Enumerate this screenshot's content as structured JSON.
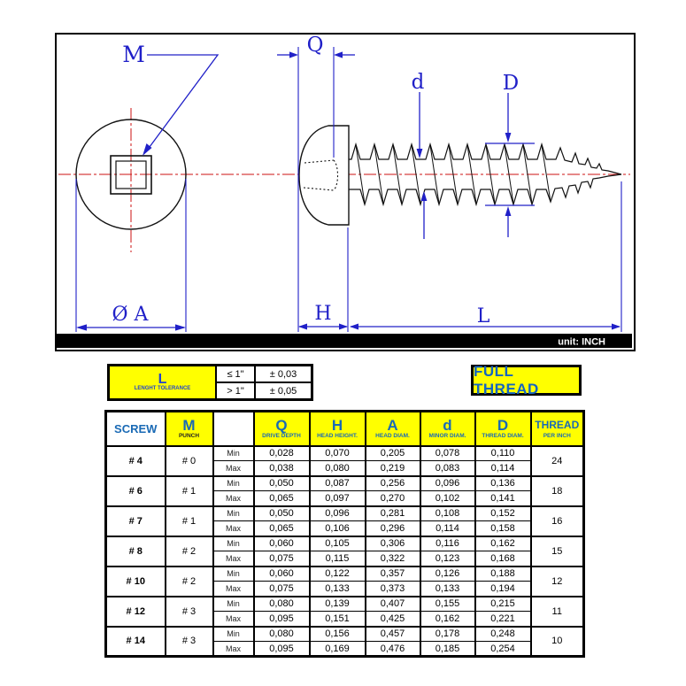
{
  "colors": {
    "accent_blue": "#2020c8",
    "table_blue": "#1a6ab5",
    "highlight_yellow": "#ffff00",
    "centerline_red": "#cc1111"
  },
  "drawing": {
    "unit_label": "unit: INCH",
    "labels": {
      "m": "M",
      "q": "Q",
      "d": "d",
      "dd": "D",
      "a": "Ø A",
      "h": "H",
      "l": "L"
    }
  },
  "tolerance_table": {
    "symbol": "L",
    "caption": "LENGHT TOLERANCE",
    "rows": [
      {
        "range": "≤ 1\"",
        "value": "± 0,03"
      },
      {
        "range": "> 1\"",
        "value": "± 0,05"
      }
    ]
  },
  "full_thread_label": "FULL THREAD",
  "spec_table": {
    "headers": {
      "screw": "SCREW",
      "punch_main": "M",
      "punch_sub": "PUNCH",
      "q_main": "Q",
      "q_sub": "DRIVE DEPTH",
      "h_main": "H",
      "h_sub": "HEAD HEIGHT.",
      "a_main": "A",
      "a_sub": "HEAD DIAM.",
      "d_main": "d",
      "d_sub": "MINOR DIAM.",
      "dd_main": "D",
      "dd_sub": "THREAD DIAM.",
      "thread_main": "THREAD",
      "thread_sub": "PER INCH"
    },
    "min_label": "Min",
    "max_label": "Max",
    "rows": [
      {
        "screw": "# 4",
        "punch": "# 0",
        "min": [
          "0,028",
          "0,070",
          "0,205",
          "0,078",
          "0,110"
        ],
        "max": [
          "0,038",
          "0,080",
          "0,219",
          "0,083",
          "0,114"
        ],
        "tpi": "24"
      },
      {
        "screw": "# 6",
        "punch": "# 1",
        "min": [
          "0,050",
          "0,087",
          "0,256",
          "0,096",
          "0,136"
        ],
        "max": [
          "0,065",
          "0,097",
          "0,270",
          "0,102",
          "0,141"
        ],
        "tpi": "18"
      },
      {
        "screw": "# 7",
        "punch": "# 1",
        "min": [
          "0,050",
          "0,096",
          "0,281",
          "0,108",
          "0,152"
        ],
        "max": [
          "0,065",
          "0,106",
          "0,296",
          "0,114",
          "0,158"
        ],
        "tpi": "16"
      },
      {
        "screw": "# 8",
        "punch": "# 2",
        "min": [
          "0,060",
          "0,105",
          "0,306",
          "0,116",
          "0,162"
        ],
        "max": [
          "0,075",
          "0,115",
          "0,322",
          "0,123",
          "0,168"
        ],
        "tpi": "15"
      },
      {
        "screw": "# 10",
        "punch": "# 2",
        "min": [
          "0,060",
          "0,122",
          "0,357",
          "0,126",
          "0,188"
        ],
        "max": [
          "0,075",
          "0,133",
          "0,373",
          "0,133",
          "0,194"
        ],
        "tpi": "12"
      },
      {
        "screw": "# 12",
        "punch": "# 3",
        "min": [
          "0,080",
          "0,139",
          "0,407",
          "0,155",
          "0,215"
        ],
        "max": [
          "0,095",
          "0,151",
          "0,425",
          "0,162",
          "0,221"
        ],
        "tpi": "11"
      },
      {
        "screw": "# 14",
        "punch": "# 3",
        "min": [
          "0,080",
          "0,156",
          "0,457",
          "0,178",
          "0,248"
        ],
        "max": [
          "0,095",
          "0,169",
          "0,476",
          "0,185",
          "0,254"
        ],
        "tpi": "10"
      }
    ]
  }
}
